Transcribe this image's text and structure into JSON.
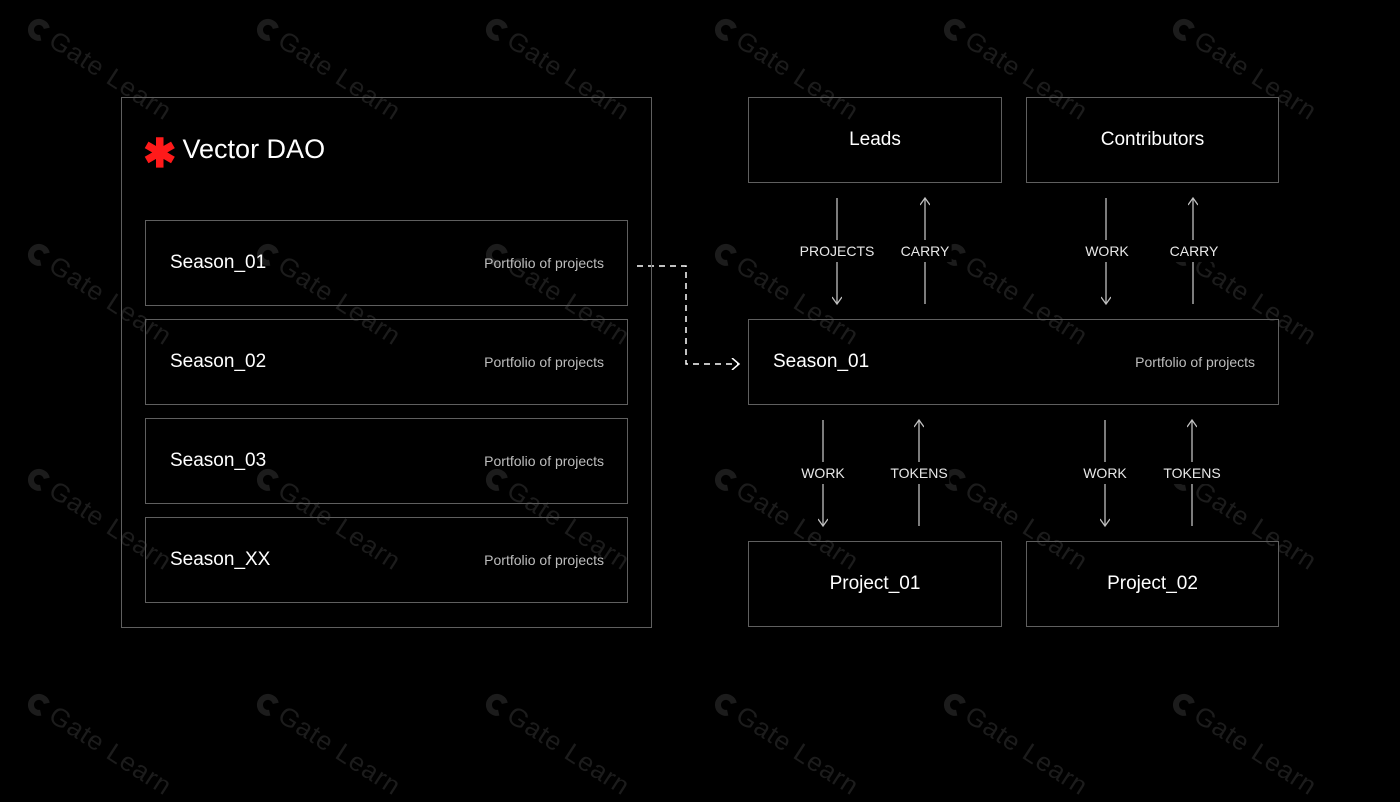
{
  "watermark": {
    "text": "Gate Learn",
    "icon": "gate-logo-icon",
    "color": "#1c1c1c"
  },
  "colors": {
    "background": "#000000",
    "border": "#5f5f5f",
    "accent": "#ff1a1a",
    "text": "#ffffff",
    "muted_text": "#bdbdbd"
  },
  "dao": {
    "icon": "asterisk-icon",
    "title": "Vector DAO",
    "seasons": [
      {
        "name": "Season_01",
        "description": "Portfolio of projects"
      },
      {
        "name": "Season_02",
        "description": "Portfolio of projects"
      },
      {
        "name": "Season_03",
        "description": "Portfolio of projects"
      },
      {
        "name": "Season_XX",
        "description": "Portfolio of projects"
      }
    ]
  },
  "flow": {
    "top_nodes": [
      {
        "label": "Leads"
      },
      {
        "label": "Contributors"
      }
    ],
    "center_node": {
      "name": "Season_01",
      "description": "Portfolio of projects"
    },
    "bottom_nodes": [
      {
        "label": "Project_01"
      },
      {
        "label": "Project_02"
      }
    ],
    "upper_arrows": [
      {
        "label": "PROJECTS",
        "direction": "down"
      },
      {
        "label": "CARRY",
        "direction": "up"
      },
      {
        "label": "WORK",
        "direction": "down"
      },
      {
        "label": "CARRY",
        "direction": "up"
      }
    ],
    "lower_arrows": [
      {
        "label": "WORK",
        "direction": "down"
      },
      {
        "label": "TOKENS",
        "direction": "up"
      },
      {
        "label": "WORK",
        "direction": "down"
      },
      {
        "label": "TOKENS",
        "direction": "up"
      }
    ],
    "connector": {
      "from": "Season_01",
      "to": "Season_01",
      "style": "dashed"
    }
  }
}
